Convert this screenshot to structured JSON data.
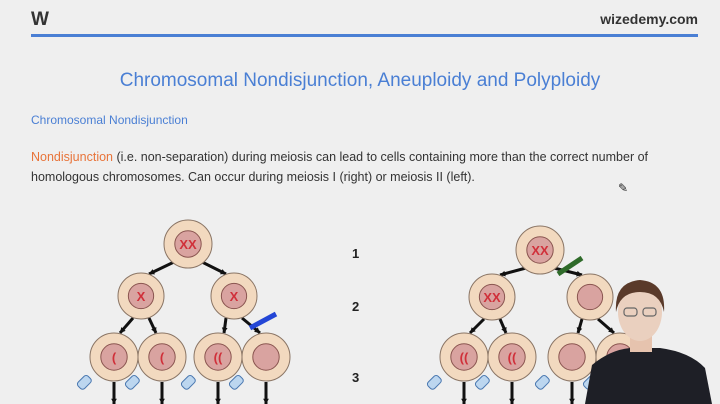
{
  "header": {
    "logo": "W",
    "site": "wizedemy.com",
    "accent": "#4a7fd4"
  },
  "slide": {
    "title": "Chromosomal Nondisjunction, Aneuploidy and Polyploidy",
    "section": "Chromosomal Nondisjunction",
    "highlight": "Nondisjunction",
    "paragraph": " (i.e. non-separation) during meiosis can lead to cells containing more than the correct number of homologous chromosomes. Can occur during meiosis I (right) or meiosis II (left).",
    "stages": [
      "1",
      "2",
      "3"
    ]
  },
  "colors": {
    "cell": "#f2d9bf",
    "nucleus": "#d9a3a0",
    "chromosome": "#d0303a",
    "meiosis_ii_marker": "#2346d6",
    "meiosis_i_marker": "#2f6b2a"
  }
}
